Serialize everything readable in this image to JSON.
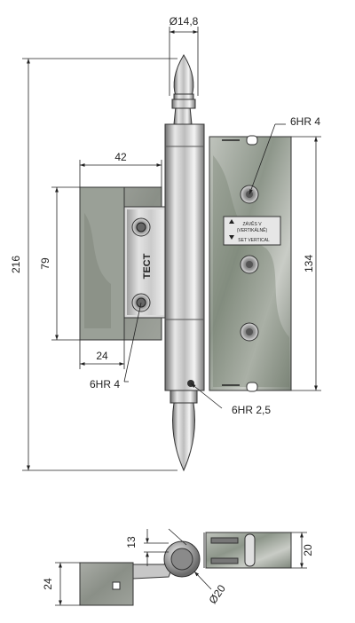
{
  "drawing": {
    "dimensions": {
      "pin_diameter": "Ø14,8",
      "leaf_width": "42",
      "overall_height": "216",
      "leaf_height": "79",
      "leaf_offset": "24",
      "screw_left": "6HR 4",
      "screw_right": "6HR 4",
      "set_screw": "6HR 2,5",
      "plate_height": "134",
      "side_height": "13",
      "side_width": "20",
      "bottom_height": "24",
      "knuckle_diameter": "Ø20"
    },
    "logo_text": "TECT",
    "label": {
      "line1": "ZÁVĚS V",
      "line2": "(VERTIKÁLNĚ)",
      "line3": "SET VERTICAL"
    }
  }
}
